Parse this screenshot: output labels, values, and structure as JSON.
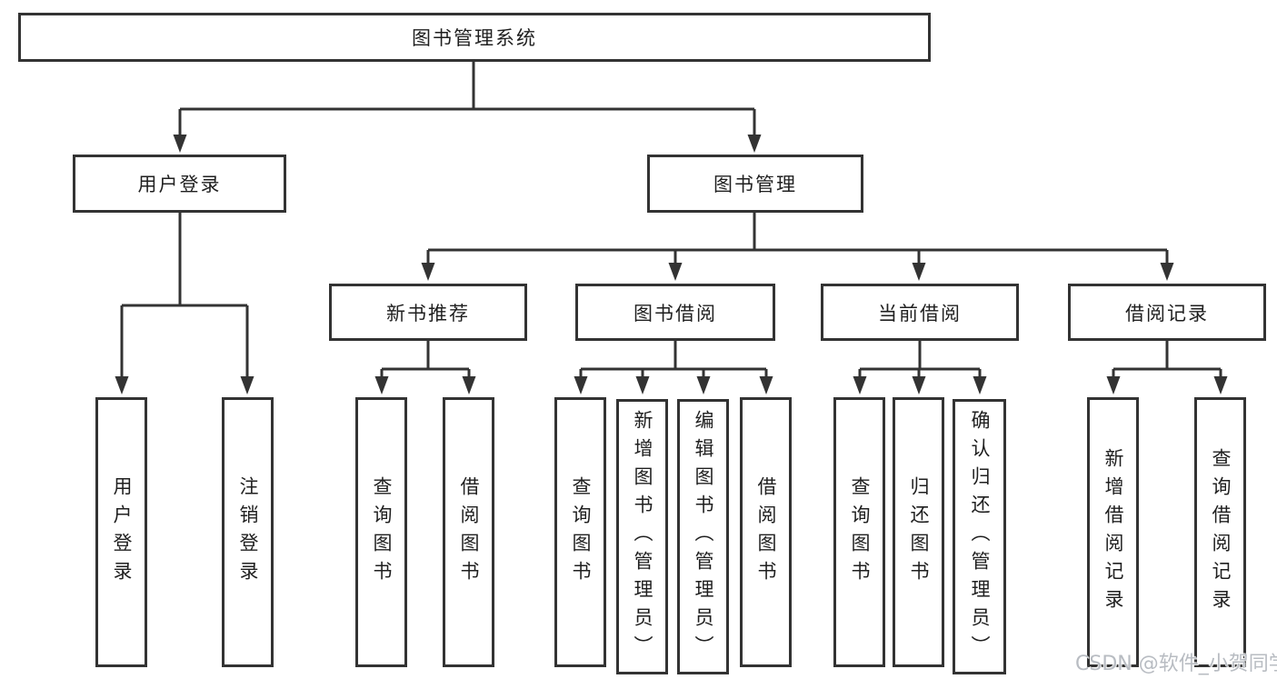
{
  "tree": {
    "label": "图书管理系统",
    "children": [
      {
        "label": "用户登录",
        "children": [
          {
            "label": "用户登录"
          },
          {
            "label": "注销登录"
          }
        ]
      },
      {
        "label": "图书管理",
        "children": [
          {
            "label": "新书推荐",
            "children": [
              {
                "label": "查询图书"
              },
              {
                "label": "借阅图书"
              }
            ]
          },
          {
            "label": "图书借阅",
            "children": [
              {
                "label": "查询图书"
              },
              {
                "label": "新增图书（管理员）"
              },
              {
                "label": "编辑图书（管理员）"
              },
              {
                "label": "借阅图书"
              }
            ]
          },
          {
            "label": "当前借阅",
            "children": [
              {
                "label": "查询图书"
              },
              {
                "label": "归还图书"
              },
              {
                "label": "确认归还（管理员）"
              }
            ]
          },
          {
            "label": "借阅记录",
            "children": [
              {
                "label": "新增借阅记录"
              },
              {
                "label": "查询借阅记录"
              }
            ]
          }
        ]
      }
    ]
  },
  "watermark": {
    "text": "CSDN @软件_小贺同学"
  },
  "colors": {
    "line": "#333333",
    "text": "#1f1f1f",
    "background": "#ffffff",
    "watermark": "#b8bcc2"
  }
}
